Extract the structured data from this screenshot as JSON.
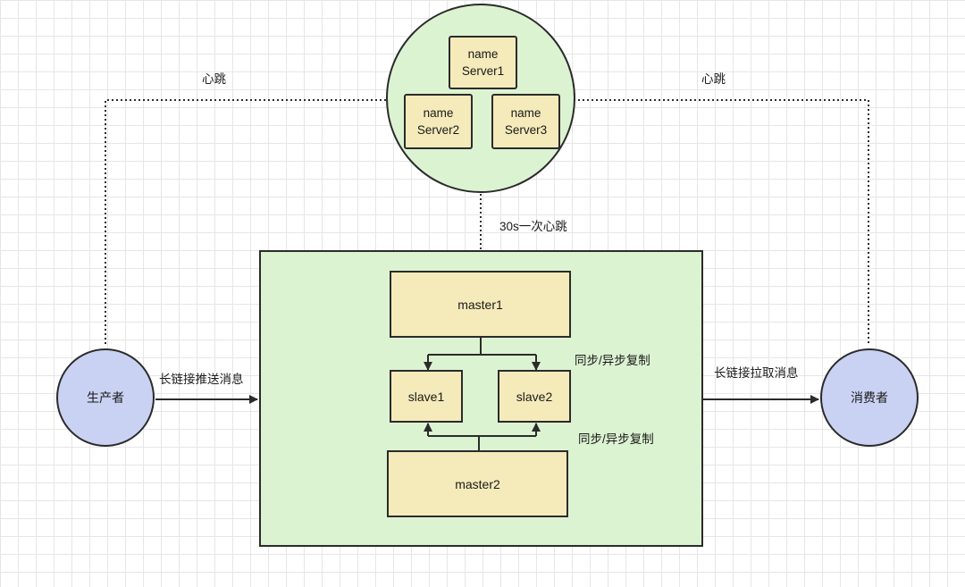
{
  "nameserver_cluster": {
    "servers": [
      {
        "line1": "name",
        "line2": "Server1"
      },
      {
        "line1": "name",
        "line2": "Server2"
      },
      {
        "line1": "name",
        "line2": "Server3"
      }
    ]
  },
  "broker_cluster": {
    "master1": "master1",
    "master2": "master2",
    "slave1": "slave1",
    "slave2": "slave2",
    "replication_label_top": "同步/异步复制",
    "replication_label_bottom": "同步/异步复制"
  },
  "producer": {
    "label": "生产者"
  },
  "consumer": {
    "label": "消费者"
  },
  "edges": {
    "producer_heartbeat": "心跳",
    "consumer_heartbeat": "心跳",
    "broker_heartbeat": "30s一次心跳",
    "producer_push": "长链接推送消息",
    "consumer_pull": "长链接拉取消息"
  },
  "colors": {
    "box_fill": "#f5eaba",
    "cluster_fill": "#dcf3d2",
    "actor_fill": "#c9d2f2",
    "stroke": "#2b2b2b",
    "grid": "#e6e6e6"
  }
}
